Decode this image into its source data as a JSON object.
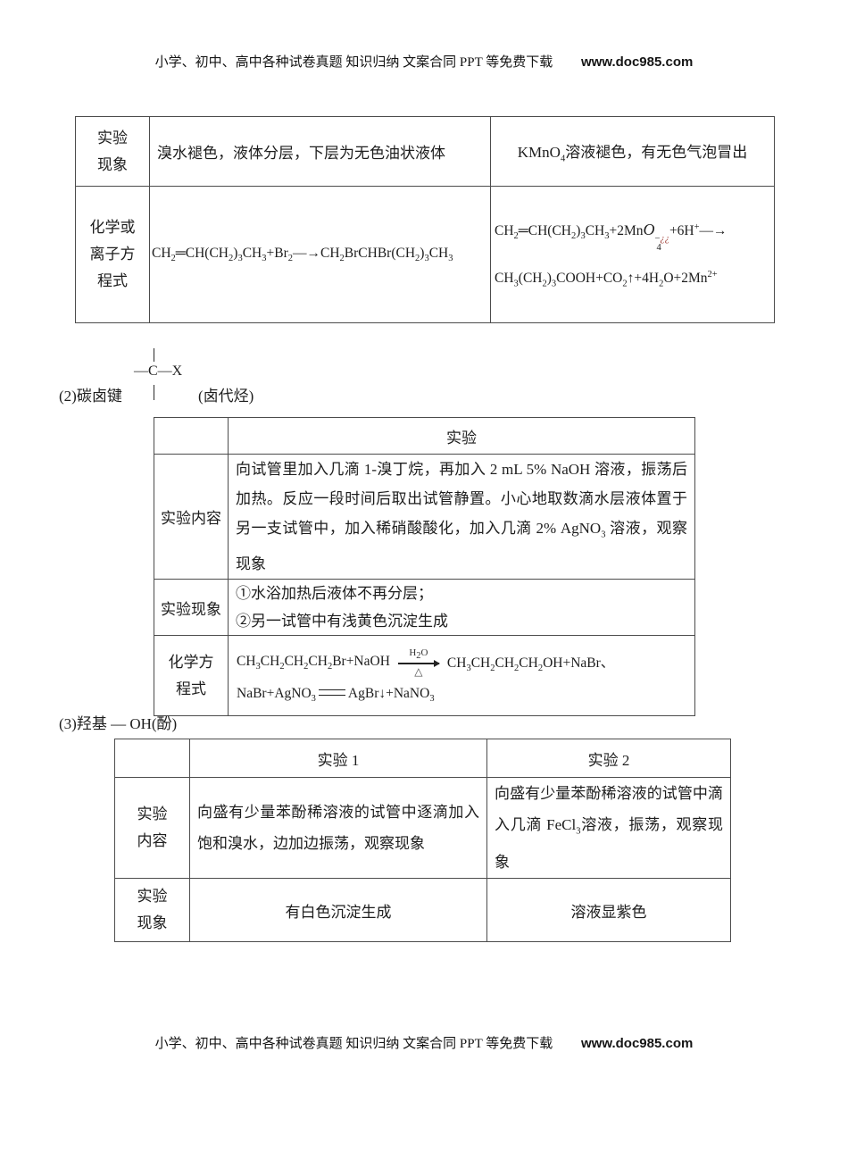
{
  "page_header": {
    "promo": "小学、初中、高中各种试卷真题 知识归纳  文案合同  PPT 等免费下载",
    "site": "www.doc985.com"
  },
  "page_footer": {
    "promo": "小学、初中、高中各种试卷真题 知识归纳  文案合同  PPT 等免费下载",
    "site": "www.doc985.com"
  },
  "alkene_table": {
    "phenomenon": {
      "label": "实验\n现象",
      "bromine_obs": "溴水褪色，液体分层，下层为无色油状液体",
      "kmno4_obs_html": "KMnO<sub>4</sub>溶液褪色，有无色气泡冒出"
    },
    "equation": {
      "label": "化学或\n离子方\n程式",
      "bromine_eq_html": "CH<sub>2</sub>═CH(CH<sub>2</sub>)<sub>3</sub>CH<sub>3</sub>+Br<sub>2</sub>—→CH<sub>2</sub>BrCHBr(CH<sub>2</sub>)<sub>3</sub>CH<sub>3</sub>",
      "kmno4_eq_line1_html": "CH<sub>2</sub>═CH(CH<sub>2</sub>)<sub>3</sub>CH<sub>3</sub>+2Mn<span class=\"oi\">O</span><span class=\"stk\"><span class=\"stk-t\">−<span class=\"red\">¿¿</span></span><span class=\"stk-b\">4</span></span>+6H<sup>+</sup>—→",
      "kmno4_eq_line2_html": "CH<sub>3</sub>(CH<sub>2</sub>)<sub>3</sub>COOH+CO<sub>2</sub>↑+4H<sub>2</sub>O+2Mn<sup>2+</sup>"
    }
  },
  "section2": {
    "title": "(2)碳卤键",
    "structure": "—C—X",
    "suffix": "(卤代烃)"
  },
  "haloalkane_table": {
    "header": "实验",
    "content": {
      "label": "实验内容",
      "text_html": "向试管里加入几滴 1-溴丁烷，再加入 2 mL 5% NaOH 溶液，振荡后加热。反应一段时间后取出试管静置。小心地取数滴水层液体置于另一支试管中，加入稀硝酸酸化，加入几滴 2% AgNO<sub>3</sub> 溶液，观察现象"
    },
    "phenomenon": {
      "label": "实验现象",
      "line1": "①水浴加热后液体不再分层；",
      "line2": "②另一试管中有浅黄色沉淀生成"
    },
    "equation": {
      "label": "化学方\n程式",
      "eq1_left_html": "CH<sub>3</sub>CH<sub>2</sub>CH<sub>2</sub>CH<sub>2</sub>Br+NaOH",
      "arrow_top_html": "H<sub>2</sub>O",
      "arrow_bottom": "△",
      "eq1_right_html": "CH<sub>3</sub>CH<sub>2</sub>CH<sub>2</sub>CH<sub>2</sub>OH+NaBr、",
      "eq2_html": "NaBr+AgNO<sub>3</sub><span class=\"dbl\"></span>AgBr↓+NaNO<sub>3</sub>"
    }
  },
  "section3": {
    "title": "(3)羟基 — OH(酚)"
  },
  "phenol_table": {
    "headers": [
      "实验 1",
      "实验 2"
    ],
    "content": {
      "label": "实验\n内容",
      "exp1": "向盛有少量苯酚稀溶液的试管中逐滴加入饱和溴水，边加边振荡，观察现象",
      "exp2_html": "向盛有少量苯酚稀溶液的试管中滴入几滴 FeCl<sub>3</sub>溶液，振荡，观察现象"
    },
    "phenomenon": {
      "label": "实验\n现象",
      "exp1": "有白色沉淀生成",
      "exp2": "溶液显紫色"
    }
  }
}
